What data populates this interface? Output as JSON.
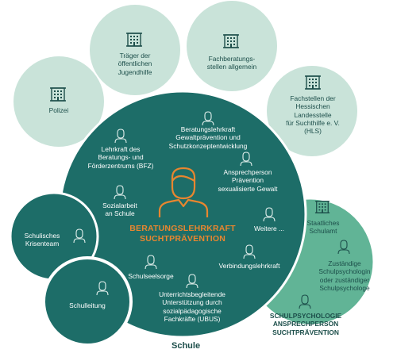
{
  "colors": {
    "outer_light": "#c9e3d9",
    "main_teal": "#1d6d68",
    "medium_green": "#61b496",
    "center_orange": "#e8862f",
    "text_dark": "#1c4e4a"
  },
  "outer_institutions": [
    {
      "label": "Träger der\nöffentlichen\nJugendhilfe",
      "icon": "building-icon"
    },
    {
      "label": "Fachberatungs-\nstellen allgemein",
      "icon": "building-icon"
    },
    {
      "label": "Polizei",
      "icon": "building-icon"
    },
    {
      "label": "Fachstellen der\nHessischen\nLandesstelle\nfür Suchthilfe e. V.\n(HLS)",
      "icon": "building-icon"
    }
  ],
  "school": {
    "label": "Schule",
    "center_title": "BERATUNGSLEHRKRAFT\nSUCHTPRÄVENTION",
    "roles": [
      {
        "label": "Beratungslehrkraft\nGewaltprävention und\nSchutzkonzeptentwicklung",
        "icon": "person-icon"
      },
      {
        "label": "Lehrkraft des\nBeratungs- und\nFörderzentrums (BFZ)",
        "icon": "person-icon"
      },
      {
        "label": "Ansprechperson\nPrävention\nsexualisierte Gewalt",
        "icon": "person-icon"
      },
      {
        "label": "Sozialarbeit\nan Schule",
        "icon": "person-icon"
      },
      {
        "label": "Weitere ...",
        "icon": "person-icon"
      },
      {
        "label": "Verbindungslehrkraft",
        "icon": "person-icon"
      },
      {
        "label": "Schulseelsorge",
        "icon": "person-icon"
      },
      {
        "label": "Unterrichtsbegleitende\nUnterstützung durch\nsozialpädagogische\nFachkräfte (UBUS)",
        "icon": "person-icon"
      }
    ],
    "left_circles": [
      {
        "label": "Schulisches\nKrisenteam",
        "icon": "person-icon"
      },
      {
        "label": "Schulleitung",
        "icon": "person-icon"
      }
    ]
  },
  "schulamt": {
    "label": "Staatliches\nSchulamt",
    "icon": "building-icon",
    "psychologist": "Zuständige\nSchulpsychologin\noder zuständiger\nSchulpsychologe",
    "title": "SCHULPSYCHOLOGIE\nANSPRECHPERSON\nSUCHTPRÄVENTION"
  }
}
